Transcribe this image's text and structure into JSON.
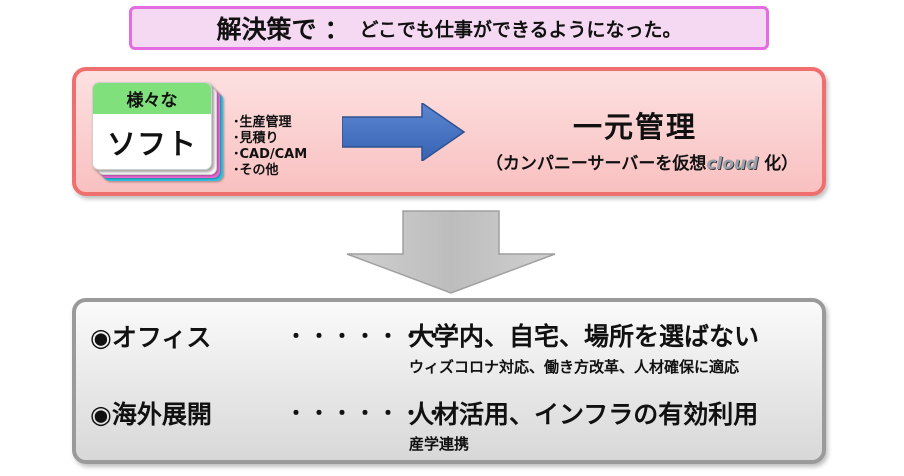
{
  "title": {
    "main": "解決策で",
    "colon": "：",
    "sub": "どこでも仕事ができるようになった。"
  },
  "top_panel": {
    "card_header": "様々な",
    "card_body": "ソフト",
    "software_items": [
      "･生産管理",
      "･見積り",
      "･CAD/CAM",
      "･その他"
    ],
    "central_title": "一元管理",
    "central_sub_prefix": "（カンパニーサーバーを仮想",
    "central_sub_cloud": "cloud",
    "central_sub_suffix": " 化）"
  },
  "rows": [
    {
      "label": "◉オフィス",
      "dots": "・・・・・・・",
      "main": "大学内、自宅、場所を選ばない",
      "note": "ウィズコロナ対応、働き方改革、人材確保に適応"
    },
    {
      "label": "◉海外展開",
      "dots": "・・・・・・・",
      "main": "人材活用、インフラの有効利用",
      "note": "産学連携"
    }
  ],
  "colors": {
    "title_border": "#e36de0",
    "title_fill": "#f5d9f3",
    "top_panel_border": "#ef6f6f",
    "top_panel_fill": "#f9c0c0",
    "arrow_blue": "#4472c4",
    "arrow_grey": "#c0c0c0",
    "bottom_panel_border": "#9a9a9a",
    "card_header_green": "#7fe07c"
  }
}
